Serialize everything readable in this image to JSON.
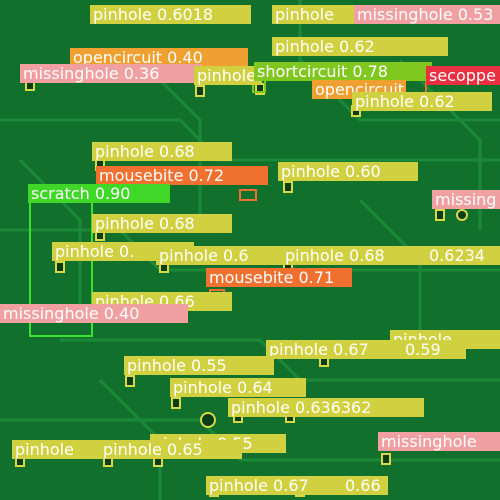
{
  "detections": [
    {
      "text": "pinhole 0.6018",
      "color": "#d0d040",
      "text_color": "#ffffff"
    },
    {
      "text": "pinhole",
      "color": "#d0d040",
      "text_color": "#ffffff"
    },
    {
      "text": "missinghole 0.53",
      "color": "#f0a0a0",
      "text_color": "#ffffff"
    },
    {
      "text": "pinhole 0.62",
      "color": "#d0d040",
      "text_color": "#ffffff"
    },
    {
      "text": "opencircuit 0.40",
      "color": "#f0a030",
      "text_color": "#ffffff"
    },
    {
      "text": "missinghole 0.36",
      "color": "#f0a0a0",
      "text_color": "#ffffff"
    },
    {
      "text": "pinhole",
      "color": "#d0d040",
      "text_color": "#ffffff"
    },
    {
      "text": "shortcircuit 0.78",
      "color": "#80c820",
      "text_color": "#ffffff"
    },
    {
      "text": "opencircuit",
      "color": "#f0a030",
      "text_color": "#ffffff"
    },
    {
      "text": "pinhole 0.62",
      "color": "#d0d040",
      "text_color": "#ffffff"
    },
    {
      "text": "pinhole 0.68",
      "color": "#d0d040",
      "text_color": "#ffffff"
    },
    {
      "text": "mousebite 0.72",
      "color": "#f07030",
      "text_color": "#ffffff"
    },
    {
      "text": "pinhole 0.60",
      "color": "#d0d040",
      "text_color": "#ffffff"
    },
    {
      "text": "scratch 0.90",
      "color": "#40d828",
      "text_color": "#ffffff"
    },
    {
      "text": "missing",
      "color": "#f0a0a0",
      "text_color": "#ffffff"
    },
    {
      "text": "pinhole 0.68",
      "color": "#d0d040",
      "text_color": "#ffffff"
    },
    {
      "text": "pinhole 0.",
      "color": "#d0d040",
      "text_color": "#ffffff"
    },
    {
      "text": "pinhole 0.6",
      "color": "#d0d040",
      "text_color": "#ffffff"
    },
    {
      "text": "pinhole 0.68",
      "color": "#d0d040",
      "text_color": "#ffffff"
    },
    {
      "text": "0.6234",
      "color": "#d0d040",
      "text_color": "#ffffff"
    },
    {
      "text": "mousebite 0.71",
      "color": "#f07030",
      "text_color": "#ffffff"
    },
    {
      "text": "pinhole 0.66",
      "color": "#d0d040",
      "text_color": "#ffffff"
    },
    {
      "text": "missinghole 0.40",
      "color": "#f0a0a0",
      "text_color": "#ffffff"
    },
    {
      "text": "pinhole",
      "color": "#d0d040",
      "text_color": "#ffffff"
    },
    {
      "text": "pinhole 0.67",
      "color": "#d0d040",
      "text_color": "#ffffff"
    },
    {
      "text": "0.59",
      "color": "#d0d040",
      "text_color": "#ffffff"
    },
    {
      "text": "pinhole 0.55",
      "color": "#d0d040",
      "text_color": "#ffffff"
    },
    {
      "text": "pinhole 0.64",
      "color": "#d0d040",
      "text_color": "#ffffff"
    },
    {
      "text": "pinhole 0.636362",
      "color": "#d0d040",
      "text_color": "#ffffff"
    },
    {
      "text": "pinhole 0.55",
      "color": "#d0d040",
      "text_color": "#ffffff"
    },
    {
      "text": "pinhole",
      "color": "#d0d040",
      "text_color": "#ffffff"
    },
    {
      "text": "pinhole 0.65",
      "color": "#d0d040",
      "text_color": "#ffffff"
    },
    {
      "text": "missinghole",
      "color": "#f0a0a0",
      "text_color": "#ffffff"
    },
    {
      "text": "pinhole 0.67",
      "color": "#d0d040",
      "text_color": "#ffffff"
    },
    {
      "text": "0.66",
      "color": "#d0d040",
      "text_color": "#ffffff"
    },
    {
      "text": "secoppe",
      "color": "#e83040",
      "text_color": "#ffffff"
    }
  ]
}
